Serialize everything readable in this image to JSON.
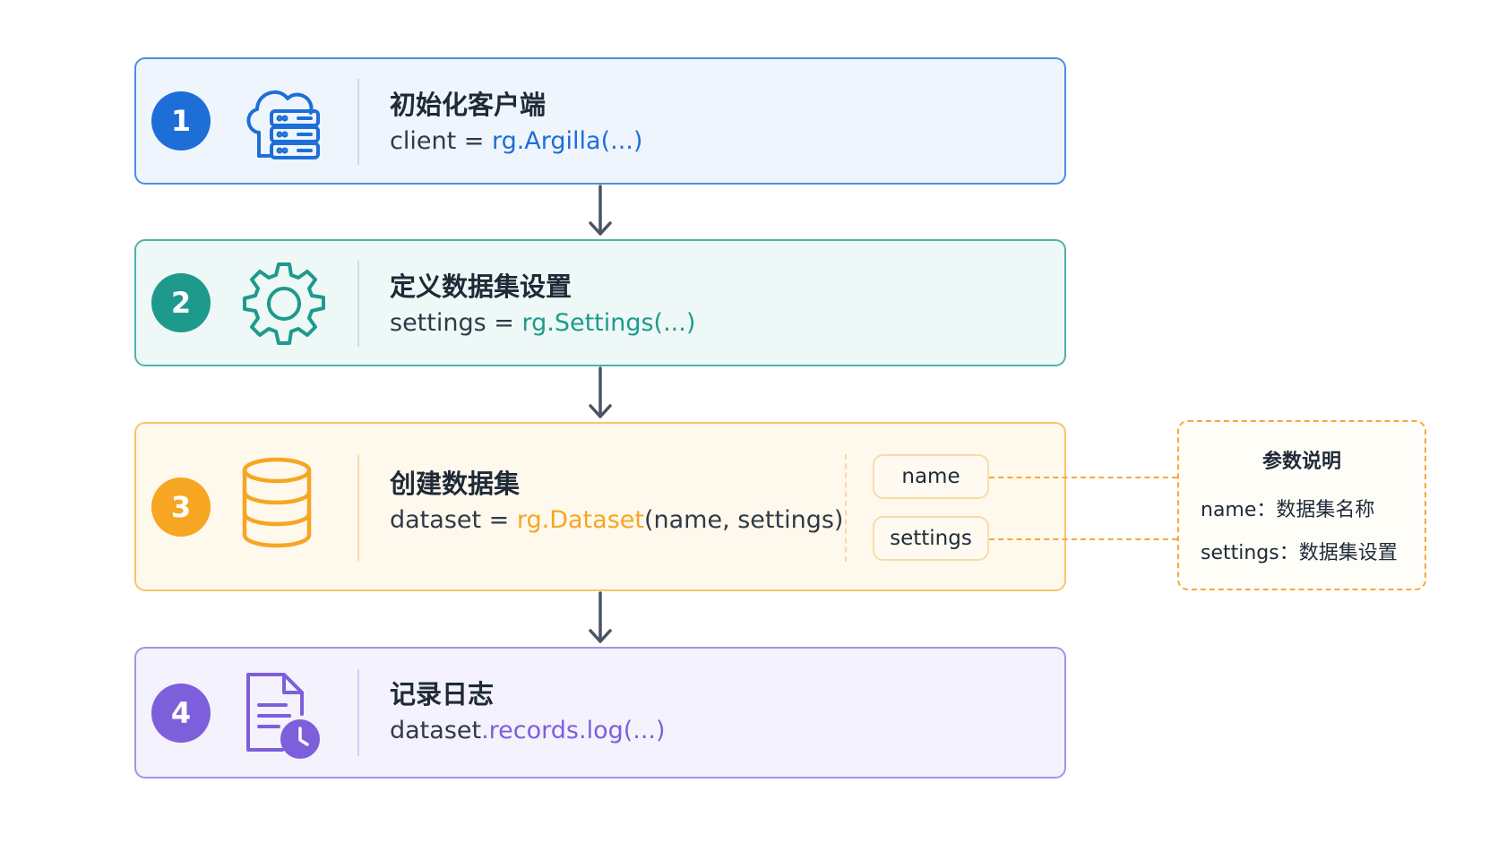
{
  "steps": [
    {
      "number": "1",
      "title": "初始化客户端",
      "code_prefix": "client = ",
      "code_highlight": "rg.Argilla(...)",
      "code_suffix": "",
      "icon": "cloud-server-icon",
      "accent": "#1e6ed8"
    },
    {
      "number": "2",
      "title": "定义数据集设置",
      "code_prefix": "settings = ",
      "code_highlight": "rg.Settings(...)",
      "code_suffix": "",
      "icon": "gear-icon",
      "accent": "#1d9a8c"
    },
    {
      "number": "3",
      "title": "创建数据集",
      "code_prefix": "dataset = ",
      "code_highlight": "rg.Dataset",
      "code_suffix": "(name, settings)",
      "icon": "database-icon",
      "accent": "#f6a623",
      "params": [
        "name",
        "settings"
      ]
    },
    {
      "number": "4",
      "title": "记录日志",
      "code_prefix": "dataset",
      "code_highlight": ".records.log(...)",
      "code_suffix": "",
      "icon": "document-clock-icon",
      "accent": "#7d5fdc"
    }
  ],
  "param_box": {
    "title": "参数说明",
    "lines": [
      "name：数据集名称",
      "settings：数据集设置"
    ]
  }
}
